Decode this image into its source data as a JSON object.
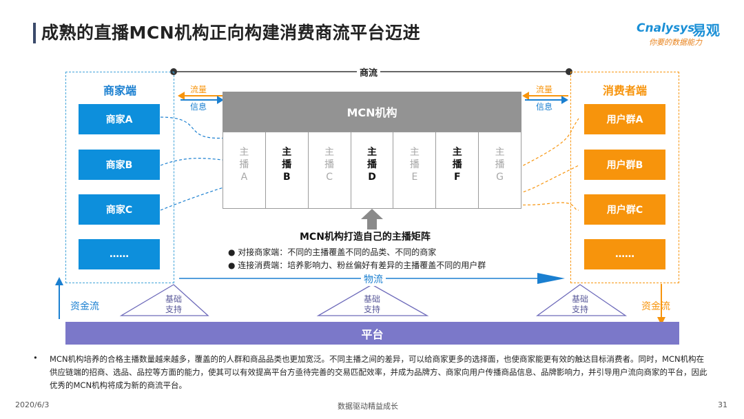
{
  "title": "成熟的直播MCN机构正向构建消费商流平台迈进",
  "logo": {
    "en": "nalysys",
    "en_prefix": "C",
    "cn": "易观",
    "slogan": "你要的数据能力"
  },
  "merchant_side": {
    "title": "商家端",
    "items": [
      "商家A",
      "商家B",
      "商家C",
      "……"
    ]
  },
  "consumer_side": {
    "title": "消费者端",
    "items": [
      "用户群A",
      "用户群B",
      "用户群C",
      "……"
    ]
  },
  "commerce_flow": "商流",
  "logistics_flow": "物流",
  "left_traffic": "流量",
  "left_info": "信息",
  "right_traffic": "流量",
  "right_info": "信息",
  "mcn": {
    "title": "MCN机构",
    "anchors": [
      {
        "label": [
          "主",
          "播",
          "A"
        ],
        "active": false
      },
      {
        "label": [
          "主",
          "播",
          "B"
        ],
        "active": true
      },
      {
        "label": [
          "主",
          "播",
          "C"
        ],
        "active": false
      },
      {
        "label": [
          "主",
          "播",
          "D"
        ],
        "active": true
      },
      {
        "label": [
          "主",
          "播",
          "E"
        ],
        "active": false
      },
      {
        "label": [
          "主",
          "播",
          "F"
        ],
        "active": true
      },
      {
        "label": [
          "主",
          "播",
          "G"
        ],
        "active": false
      }
    ]
  },
  "matrix": {
    "title": "MCN机构打造自己的主播矩阵",
    "bullets": [
      "对接商家端：不同的主播覆盖不同的品类、不同的商家",
      "连接消费端：培养影响力、粉丝偏好有差异的主播覆盖不同的用户群"
    ]
  },
  "capital_left": "资金流",
  "capital_right": "资金流",
  "support": [
    "基础",
    "支持"
  ],
  "platform": "平台",
  "note": "MCN机构培养的合格主播数量越来越多，覆盖的的人群和商品品类也更加宽泛。不同主播之间的差异，可以给商家更多的选择面，也使商家能更有效的触达目标消费者。同时，MCN机构在供应链端的招商、选品、品控等方面的能力，使其可以有效提高平台方亟待完善的交易匹配效率，并成为品牌方、商家向用户传播商品信息、品牌影响力，并引导用户流向商家的平台，因此优秀的MCN机构将成为新的商流平台。",
  "footer": {
    "date": "2020/6/3",
    "center": "数据驱动精益成长",
    "page": "31"
  },
  "colors": {
    "blue": "#0d8fdc",
    "orange": "#f7940c",
    "platform": "#7b78c9",
    "mcn_gray": "#939393"
  }
}
